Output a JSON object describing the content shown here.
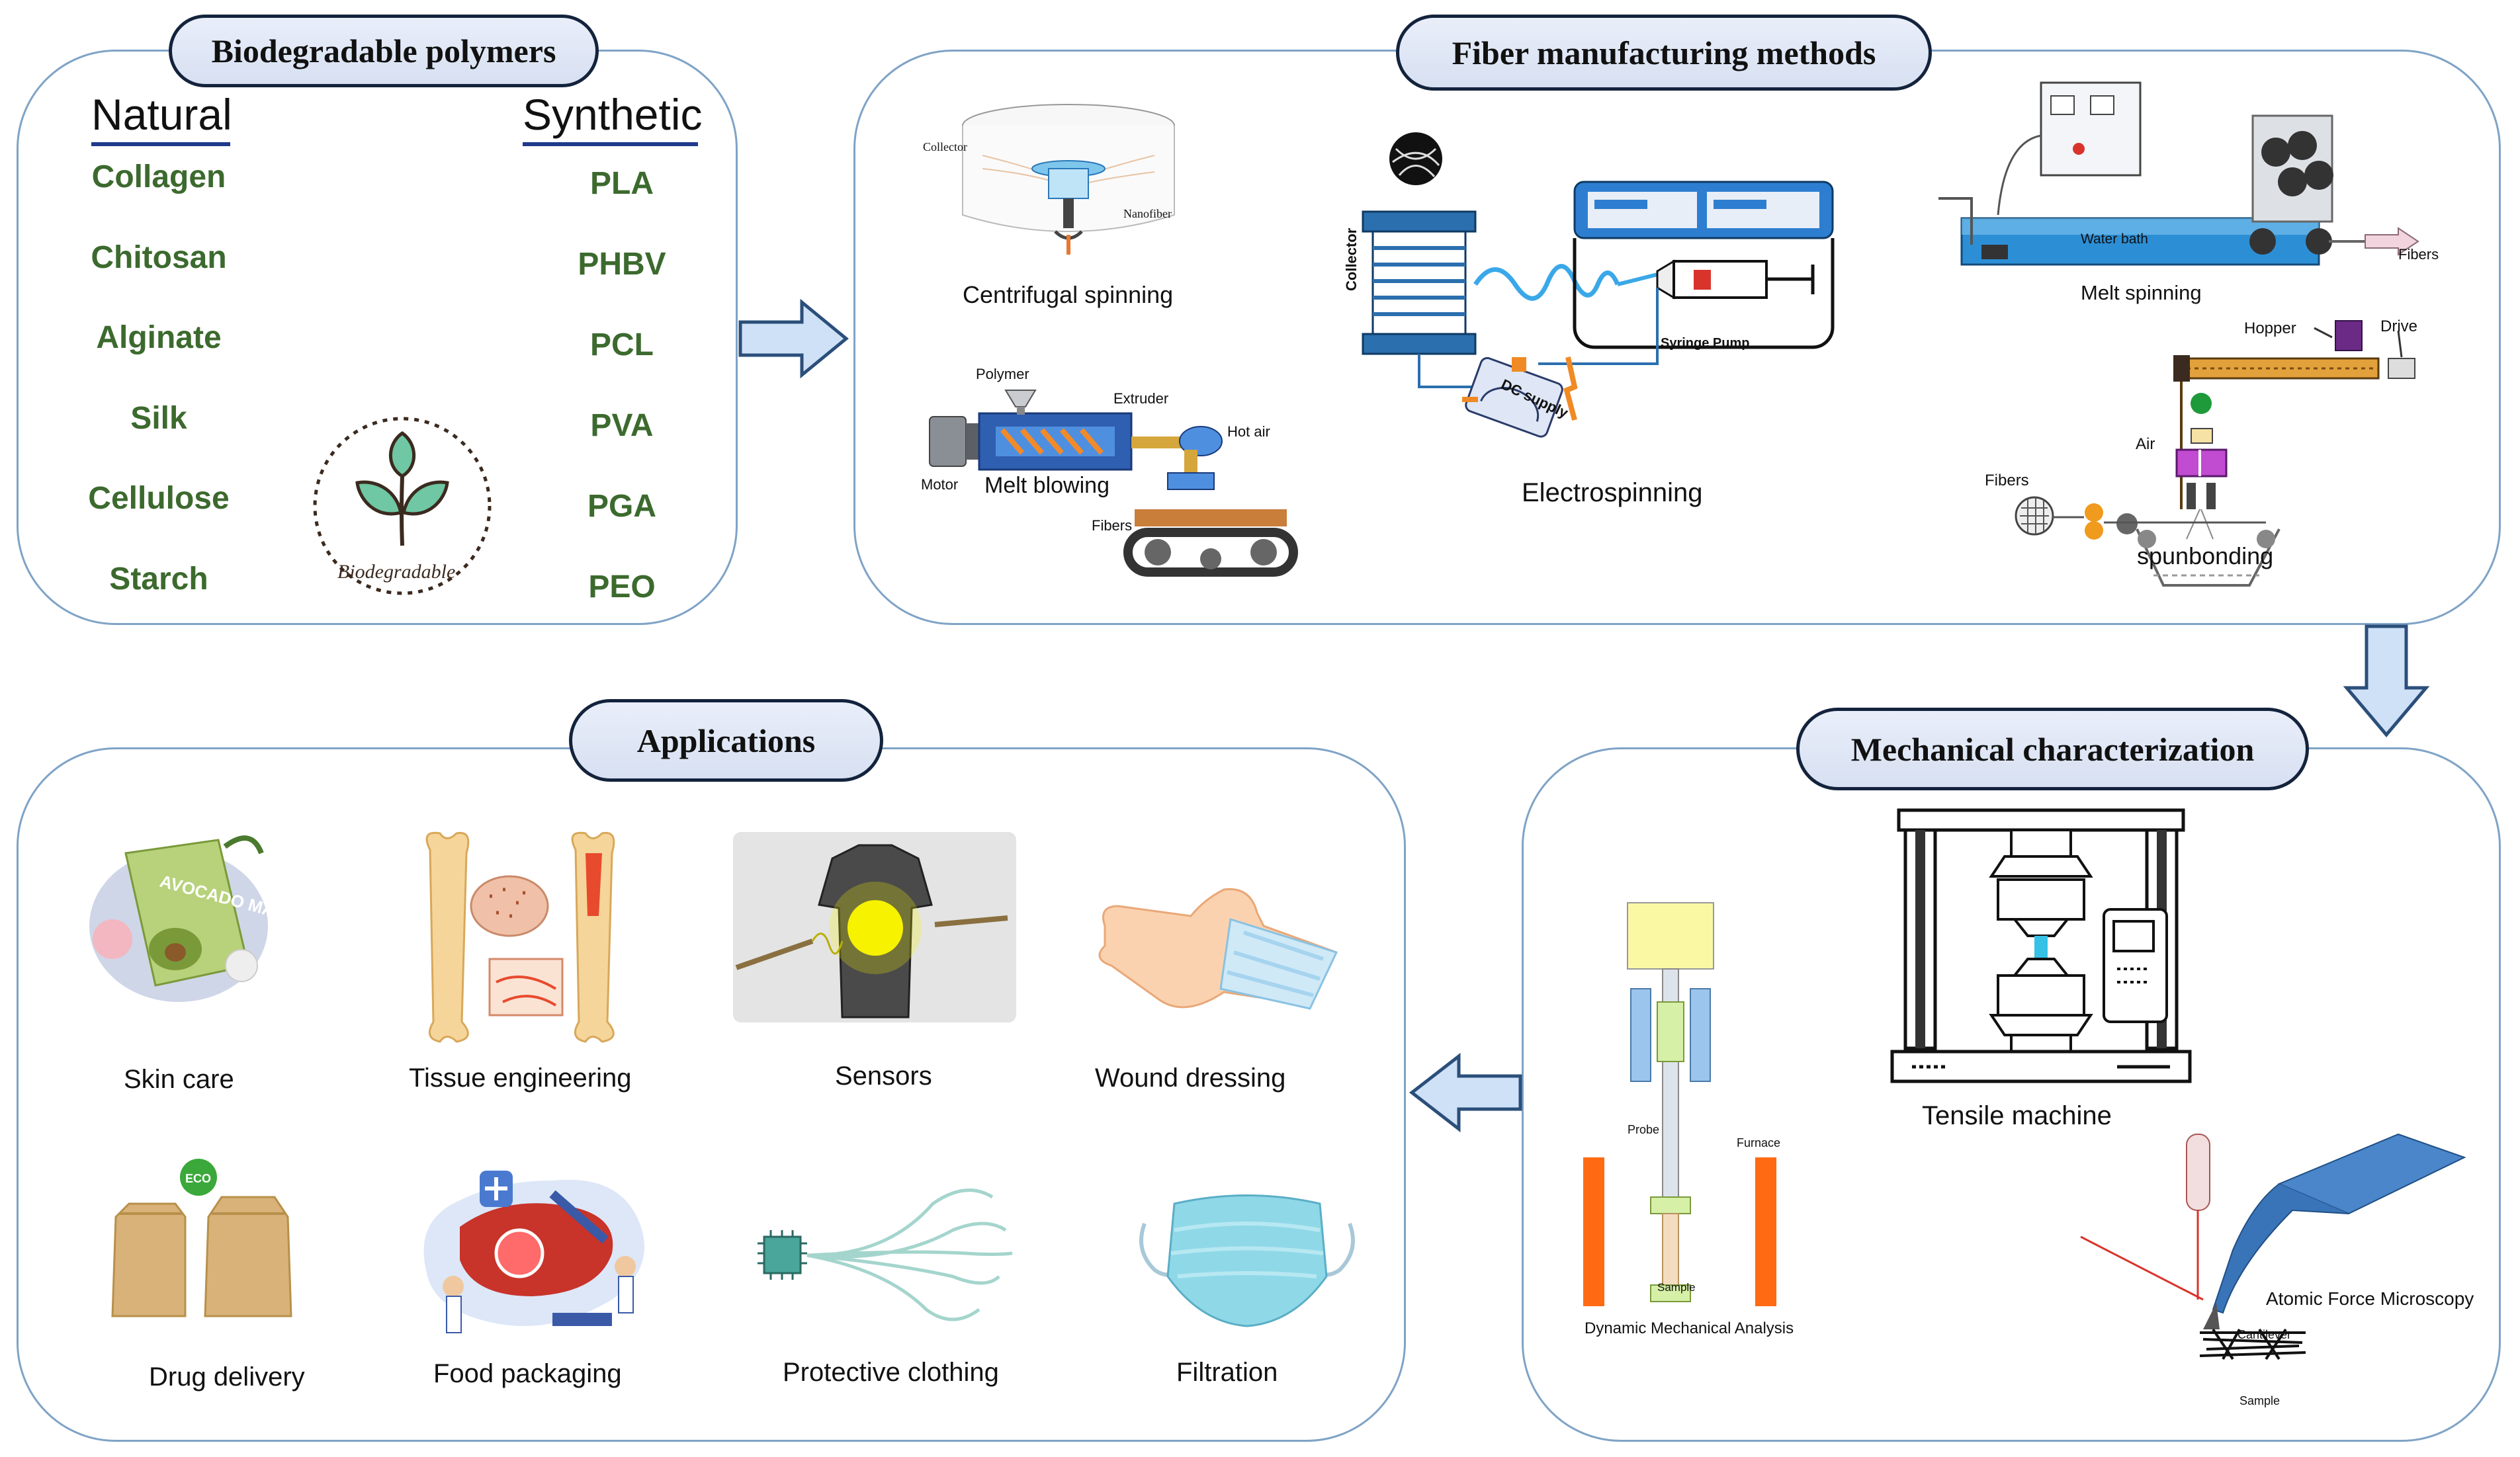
{
  "sections": {
    "polymers": "Biodegradable polymers",
    "methods": "Fiber manufacturing methods",
    "mechanical": "Mechanical characterization",
    "applications": "Applications"
  },
  "polymers": {
    "natural_header": "Natural",
    "synthetic_header": "Synthetic",
    "natural": [
      "Collagen",
      "Chitosan",
      "Alginate",
      "Silk",
      "Cellulose",
      "Starch"
    ],
    "synthetic": [
      "PLA",
      "PHBV",
      "PCL",
      "PVA",
      "PGA",
      "PEO"
    ],
    "badge": "Biodegradable"
  },
  "methods": {
    "centrifugal": {
      "title": "Centrifugal spinning",
      "collector": "Collector",
      "nanofiber": "Nanofiber"
    },
    "melt_blowing": {
      "title": "Melt blowing",
      "polymer": "Polymer",
      "extruder": "Extruder",
      "hot_air": "Hot air",
      "motor": "Motor",
      "fibers": "Fibers"
    },
    "electrospinning": {
      "title": "Electrospinning",
      "collector": "Collector",
      "syringe_pump": "Syringe Pump",
      "dc_supply": "DC supply"
    },
    "melt_spinning": {
      "title": "Melt spinning",
      "water_bath": "Water bath",
      "fibers": "Fibers"
    },
    "spunbonding": {
      "title": "spunbonding",
      "hopper": "Hopper",
      "drive": "Drive",
      "air": "Air",
      "fibers": "Fibers"
    }
  },
  "mechanical": {
    "tensile": "Tensile machine",
    "dma": "Dynamic Mechanical Analysis",
    "probe": "Probe",
    "furnace": "Furnace",
    "sample": "Sample",
    "afm": "Atomic Force Microscopy",
    "cantilever": "Cantilever",
    "afm_sample": "Sample"
  },
  "applications": [
    "Skin care",
    "Tissue engineering",
    "Sensors",
    "Wound dressing",
    "Drug delivery",
    "Food packaging",
    "Protective clothing",
    "Filtration"
  ],
  "eco_badge": "ECO",
  "mask_text": "AVOCADO MASK",
  "colors": {
    "panel_border": "#7fa3c6",
    "pill_fill": "#dde5f5",
    "pill_border": "#14233c",
    "polymer_text": "#3c6a2e",
    "arrow_fill": "#cfe1f7",
    "arrow_stroke": "#2b4f7a"
  }
}
